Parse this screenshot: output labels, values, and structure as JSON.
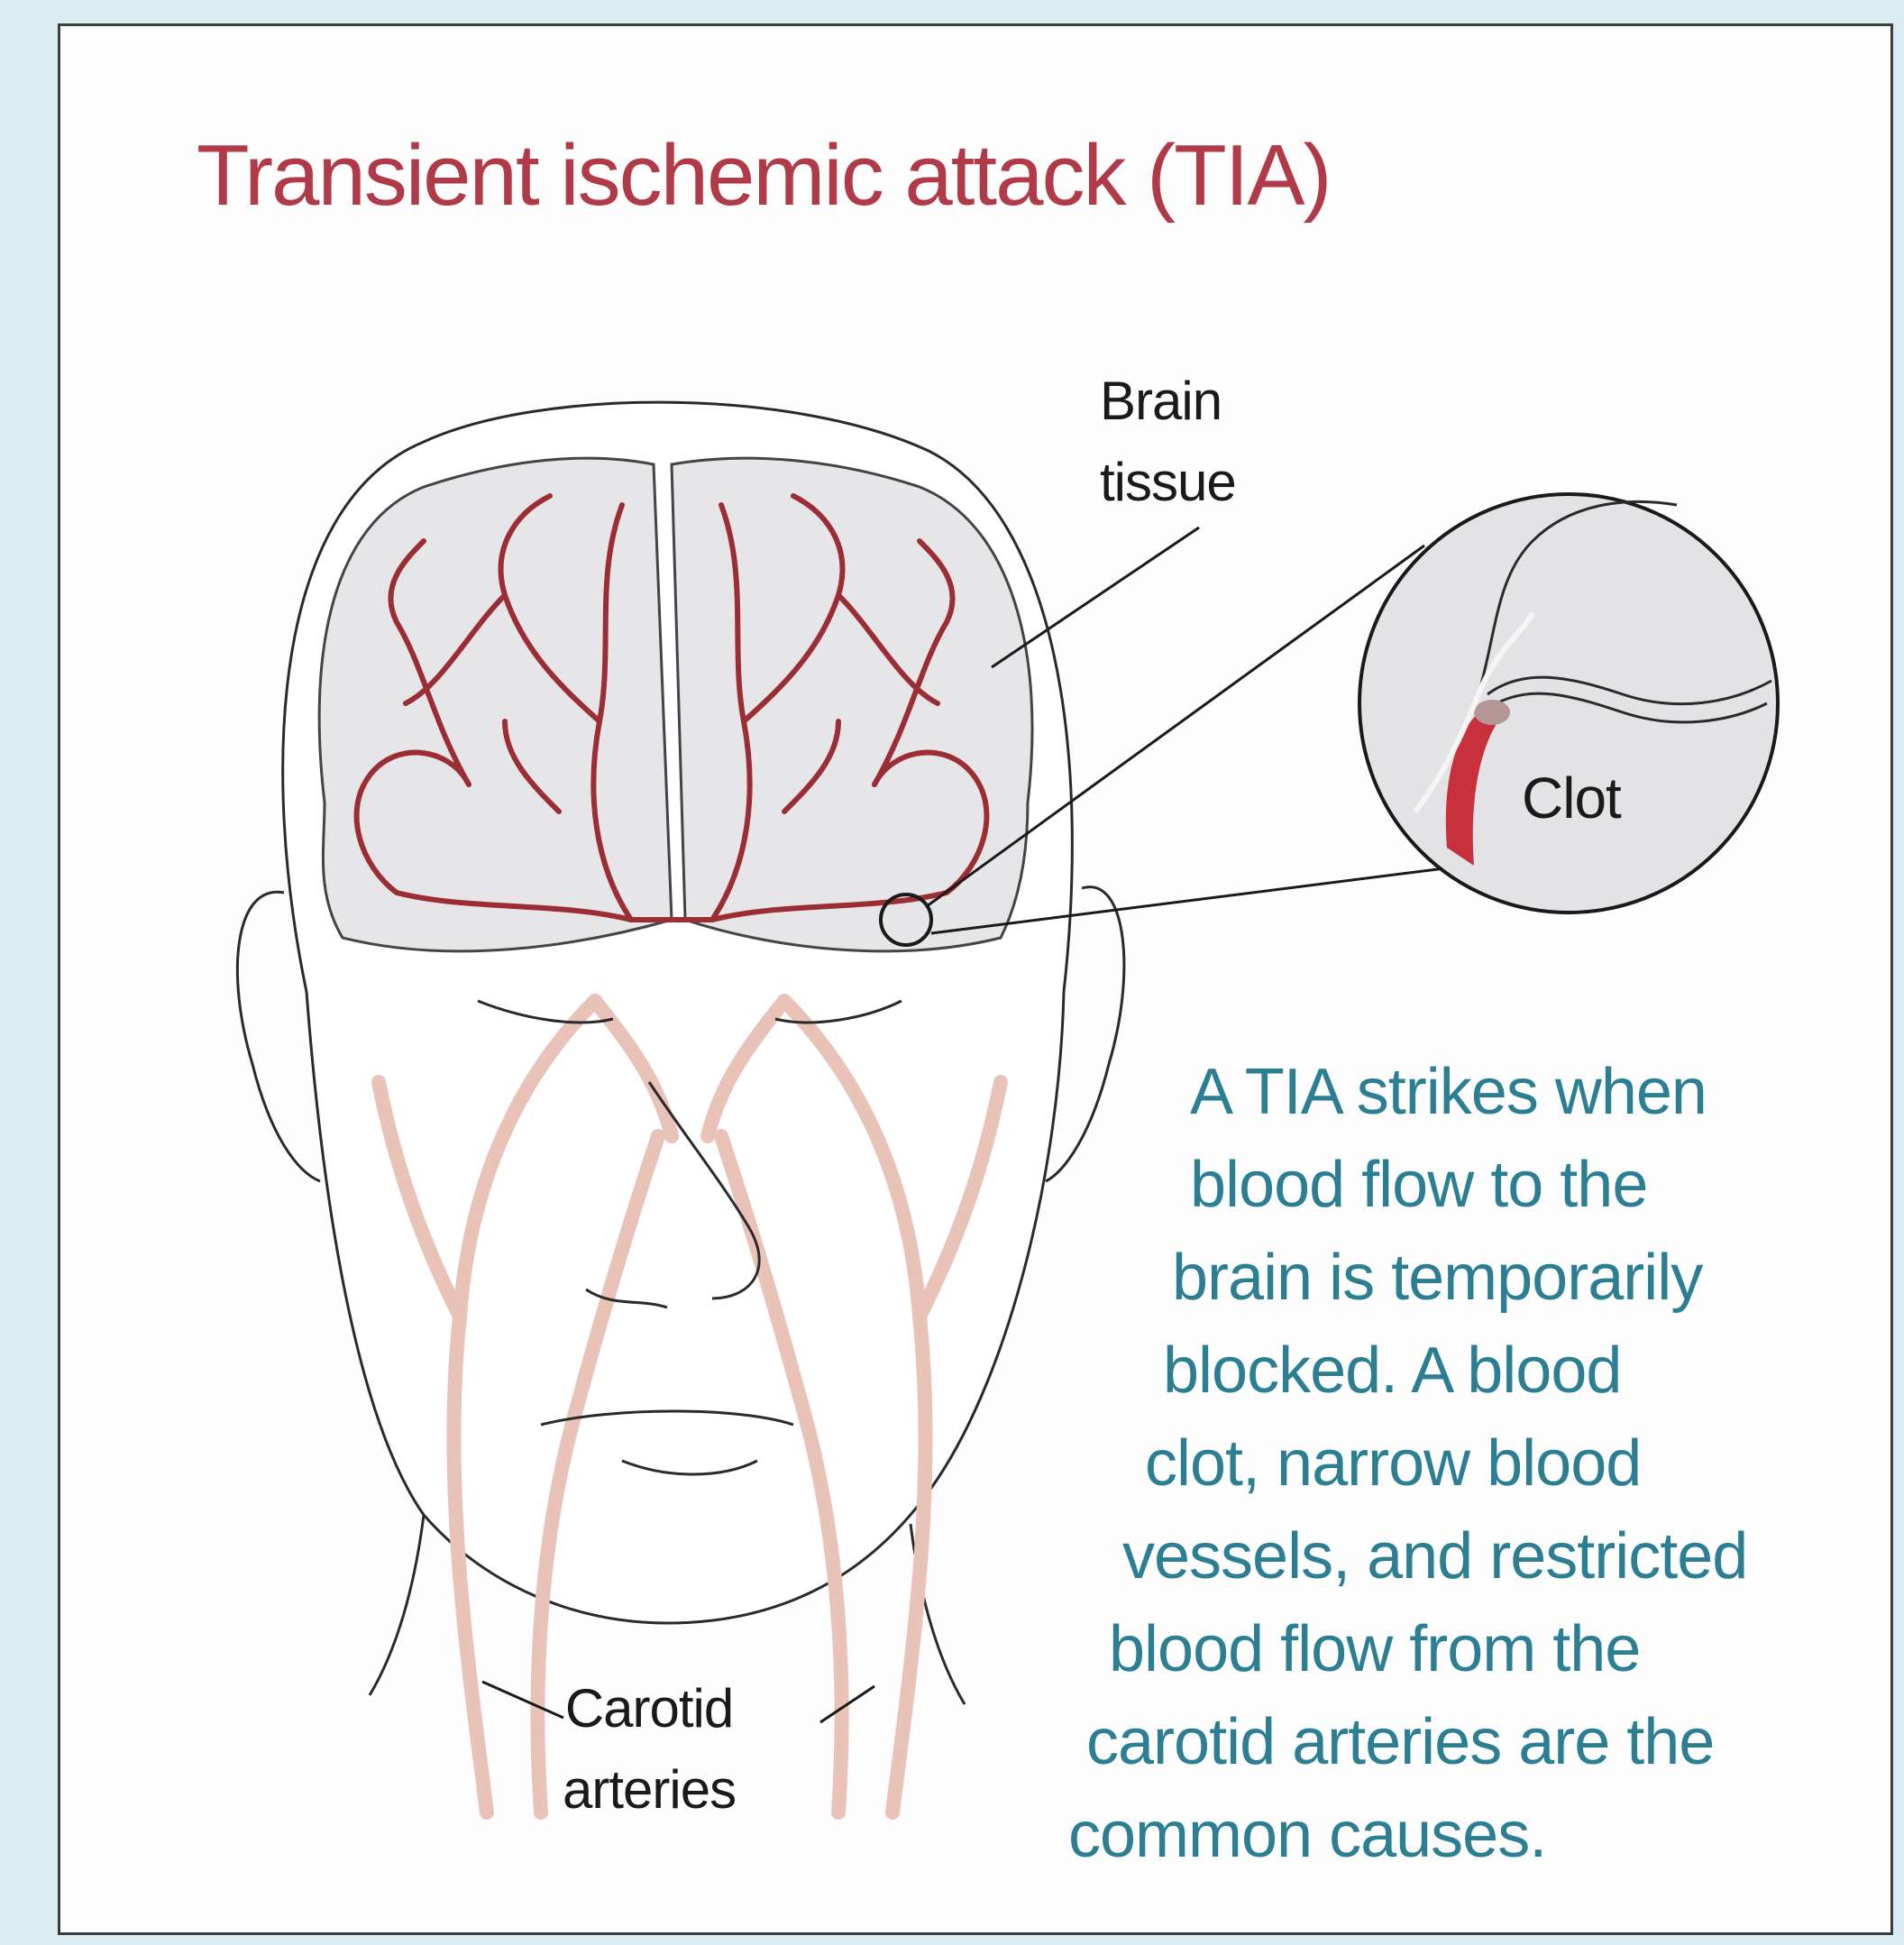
{
  "title": "Transient ischemic attack (TIA)",
  "labels": {
    "brain_line1": "Brain",
    "brain_line2": "tissue",
    "clot": "Clot",
    "carotid_line1": "Carotid",
    "carotid_line2": "arteries"
  },
  "caption": {
    "lines": [
      "A TIA strikes when",
      "blood flow to the",
      "brain is temporarily",
      "blocked. A blood",
      "clot, narrow blood",
      "vessels, and restricted",
      "blood flow from the",
      "carotid arteries are the",
      "common causes."
    ]
  },
  "colors": {
    "background": "#d9edf2",
    "title": "#b03a48",
    "caption": "#2c7f93",
    "artery": "#e9c3b8",
    "brain_vessel": "#9b2d35",
    "clot": "#c8303c"
  }
}
